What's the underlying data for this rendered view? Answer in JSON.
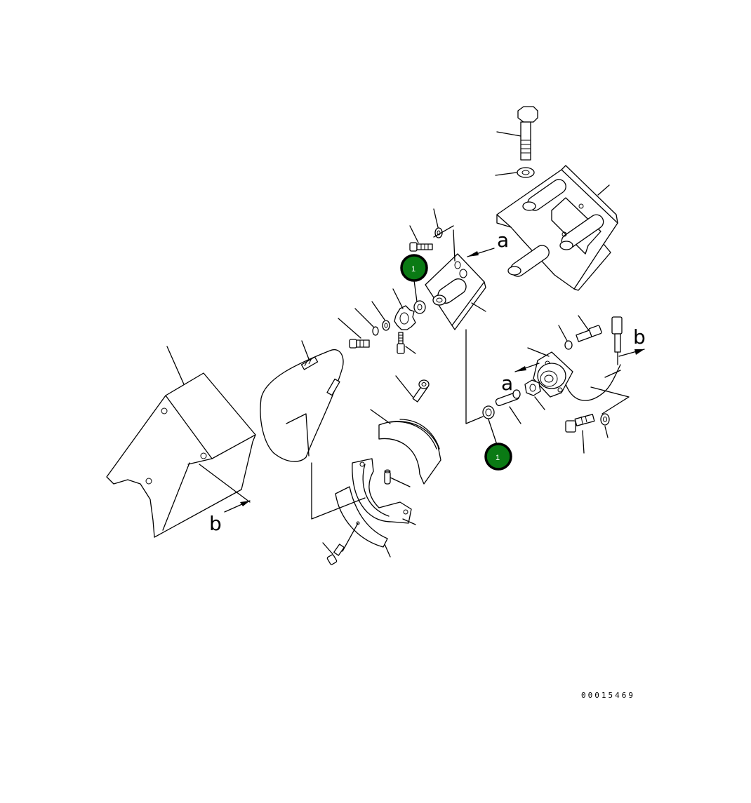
{
  "callouts": [
    {
      "number": "1",
      "fill": "#0a7a14",
      "ring": "#000000"
    },
    {
      "number": "1",
      "fill": "#0a7a14",
      "ring": "#000000"
    }
  ],
  "view_labels": {
    "a_upper": "a",
    "a_lower": "a",
    "b_left": "b",
    "b_right": "b"
  },
  "drawing_number": "00015469"
}
